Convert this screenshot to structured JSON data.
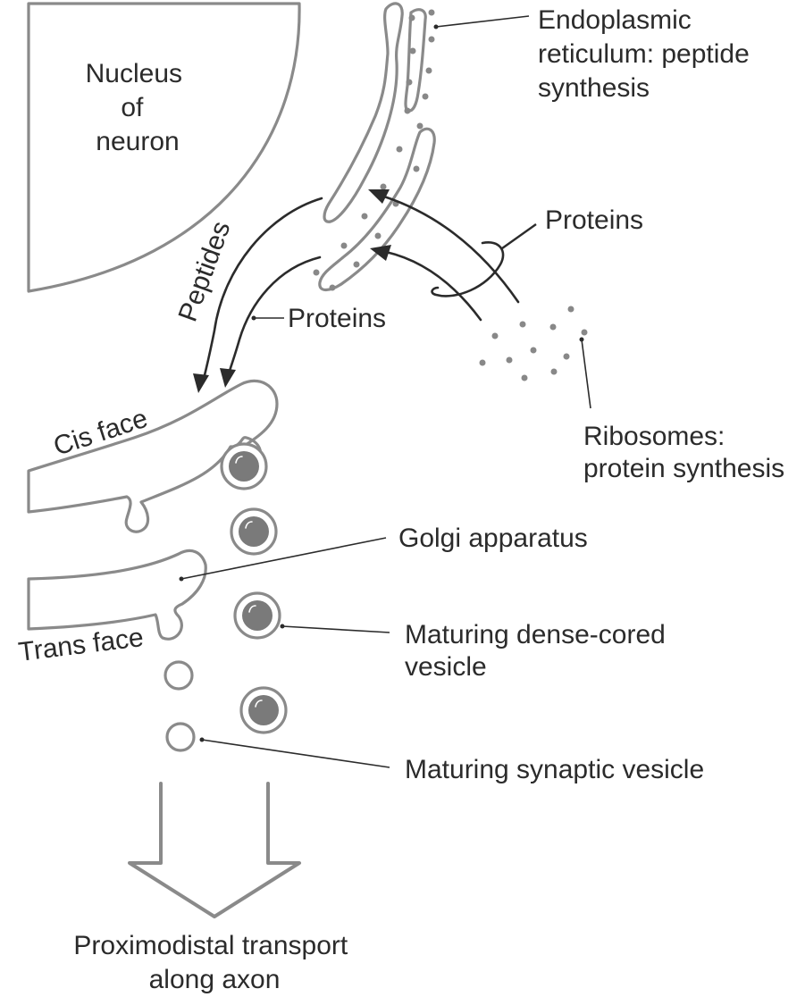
{
  "figure": {
    "subject": "Neuronal peptide and protein synthesis and packaging pathway",
    "colors": {
      "organelle_outline": "#8a8a8a",
      "ribosome_dot": "#888888",
      "arrow_and_text": "#2b2b2b",
      "vesicle_core": "#7a7a7a",
      "background": "#ffffff"
    },
    "labels": {
      "nucleus": [
        "Nucleus",
        "of",
        "neuron"
      ],
      "er": [
        "Endoplasmic",
        "reticulum: peptide",
        "synthesis"
      ],
      "proteins_er": "Proteins",
      "peptides_arrow": "Peptides",
      "proteins_arrow": "Proteins",
      "ribosomes": [
        "Ribosomes:",
        "protein synthesis"
      ],
      "cis_face": "Cis face",
      "golgi": "Golgi apparatus",
      "trans_face": "Trans face",
      "dense_cored": [
        "Maturing dense-cored",
        "vesicle"
      ],
      "synaptic": "Maturing synaptic vesicle",
      "transport": [
        "Proximodistal transport",
        "along axon"
      ]
    },
    "components": [
      "nucleus",
      "rough-endoplasmic-reticulum",
      "free-ribosomes",
      "golgi-cis-cisterna",
      "golgi-trans-cisterna",
      "dense-cored-vesicles",
      "synaptic-vesicles",
      "axonal-transport-arrow"
    ],
    "counts": {
      "dense_cored_vesicles": 4,
      "synaptic_vesicles": 2,
      "free_ribosomes": 11
    }
  }
}
